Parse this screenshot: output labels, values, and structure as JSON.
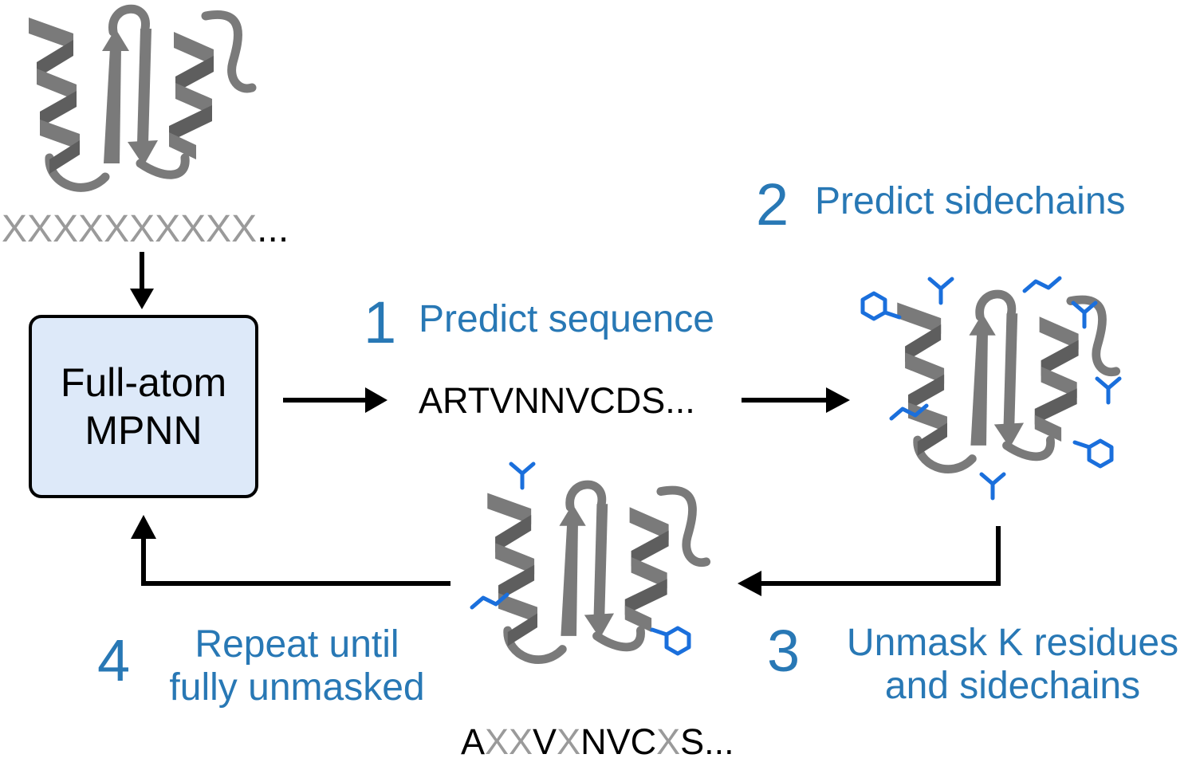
{
  "model": {
    "label": "Full-atom\nMPNN"
  },
  "initial_sequence": {
    "masked": "XXXXXXXXXX",
    "ellipsis": "..."
  },
  "predicted_sequence": "ARTVNNVCDS...",
  "partial_sequence": [
    {
      "t": "A",
      "masked": false
    },
    {
      "t": "XX",
      "masked": true
    },
    {
      "t": "V",
      "masked": false
    },
    {
      "t": "X",
      "masked": true
    },
    {
      "t": "NVC",
      "masked": false
    },
    {
      "t": "X",
      "masked": true
    },
    {
      "t": "S...",
      "masked": false
    }
  ],
  "steps": [
    {
      "number": "1",
      "text": "Predict sequence"
    },
    {
      "number": "2",
      "text": "Predict sidechains"
    },
    {
      "number": "3",
      "text": "Unmask K residues\nand sidechains"
    },
    {
      "number": "4",
      "text": "Repeat until\nfully unmasked"
    }
  ],
  "colors": {
    "accent": "#2878b5",
    "sidechain": "#1a6fdc",
    "protein": "#7a7a7a",
    "mask": "#9a9a9a",
    "box": "#dde9f9"
  },
  "icons": [
    "protein-ribbon-icon",
    "sidechain-icon",
    "arrow-icon"
  ]
}
